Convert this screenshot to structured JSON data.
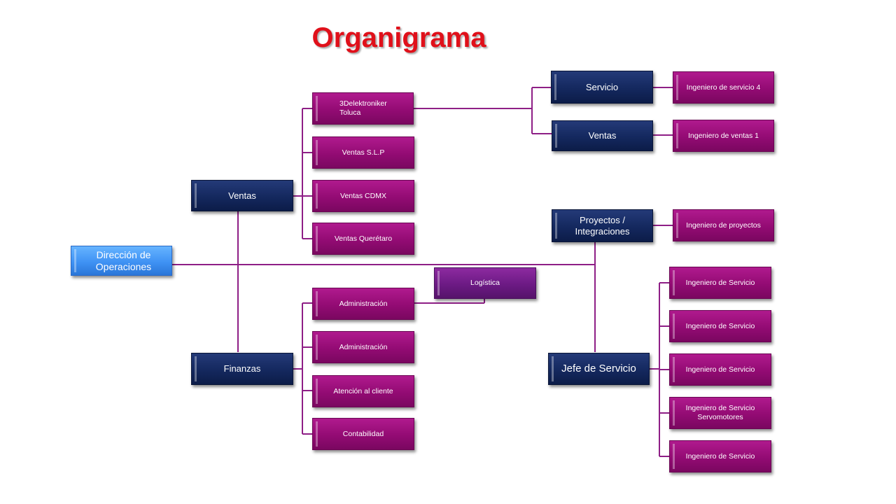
{
  "title": "Organigrama",
  "colors": {
    "navy": "#14285e",
    "magenta": "#930b73",
    "purple": "#6c1a84",
    "blue": "#3f92f4",
    "line": "#8e1f86",
    "title": "#e0101a"
  },
  "root": "Dirección de Operaciones",
  "ventas": {
    "label": "Ventas",
    "children": [
      "3Delektroniker Toluca",
      "Ventas S.L.P",
      "Ventas CDMX",
      "Ventas Querétaro"
    ]
  },
  "toluca": {
    "servicio": {
      "label": "Servicio",
      "child": "Ingeniero de servicio 4"
    },
    "ventas": {
      "label": "Ventas",
      "child": "Ingeniero de ventas 1"
    }
  },
  "proyectos": {
    "label": "Proyectos / Integraciones",
    "child": "Ingeniero de proyectos"
  },
  "logistica": "Logística",
  "finanzas": {
    "label": "Finanzas",
    "children": [
      "Administración",
      "Administración",
      "Atención al cliente",
      "Contabilidad"
    ]
  },
  "jefe": {
    "label": "Jefe de Servicio",
    "children": [
      "Ingeniero de Servicio",
      "Ingeniero de Servicio",
      "Ingeniero de Servicio",
      "Ingeniero de Servicio Servomotores",
      "Ingeniero de Servicio"
    ]
  }
}
